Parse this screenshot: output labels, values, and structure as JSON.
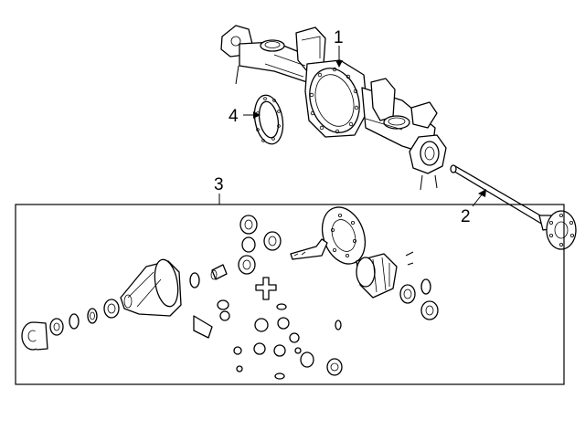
{
  "callouts": {
    "c1": "1",
    "c2": "2",
    "c3": "3",
    "c4": "4"
  },
  "parts": {
    "p1": "axle-housing",
    "p2": "axle-shaft",
    "p3": "differential-assembly-kit",
    "p4": "cover-gasket"
  },
  "colors": {
    "line": "#000000",
    "background": "#ffffff"
  }
}
